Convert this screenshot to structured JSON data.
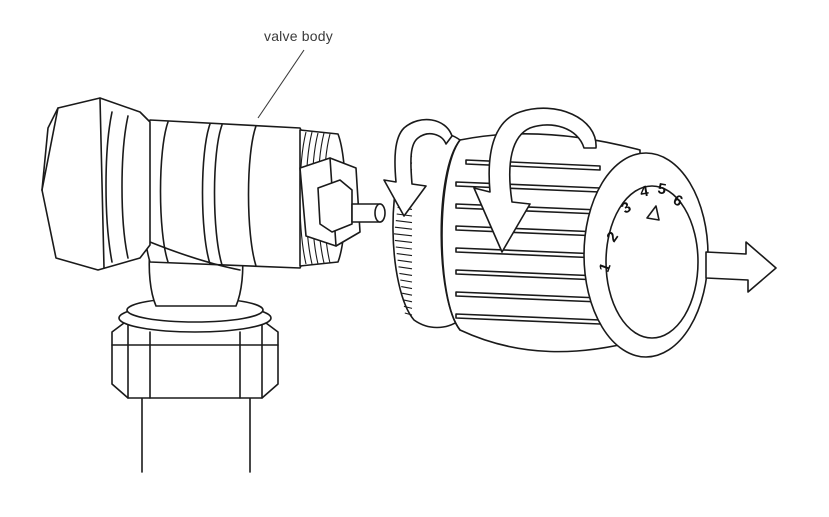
{
  "callout": {
    "label": "valve body"
  },
  "dial": {
    "numbers": [
      "1",
      "2",
      "3",
      "4",
      "5",
      "6"
    ]
  },
  "colors": {
    "line": "#1a1a1a",
    "background": "#ffffff",
    "label": "#3a3a3a"
  }
}
